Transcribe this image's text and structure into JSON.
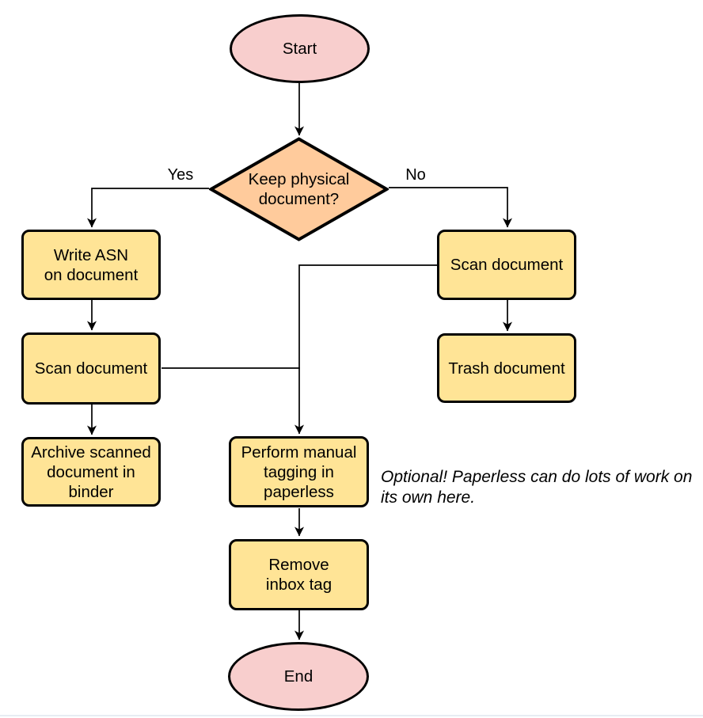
{
  "colors": {
    "terminal_fill": "#F8CECD",
    "decision_fill": "#FFCB9C",
    "process_fill": "#FFE496",
    "stroke": "#000000"
  },
  "flowchart": {
    "start": "Start",
    "decision": "Keep physical\ndocument?",
    "yes_label": "Yes",
    "no_label": "No",
    "write_asn": "Write ASN\non document",
    "scan_left": "Scan document",
    "archive": "Archive scanned\ndocument in\nbinder",
    "scan_right": "Scan document",
    "trash": "Trash document",
    "tagging": "Perform manual\ntagging in\npaperless",
    "remove_inbox": "Remove\ninbox tag",
    "end": "End",
    "note": "Optional! Paperless can do lots of work on\nits own here."
  }
}
